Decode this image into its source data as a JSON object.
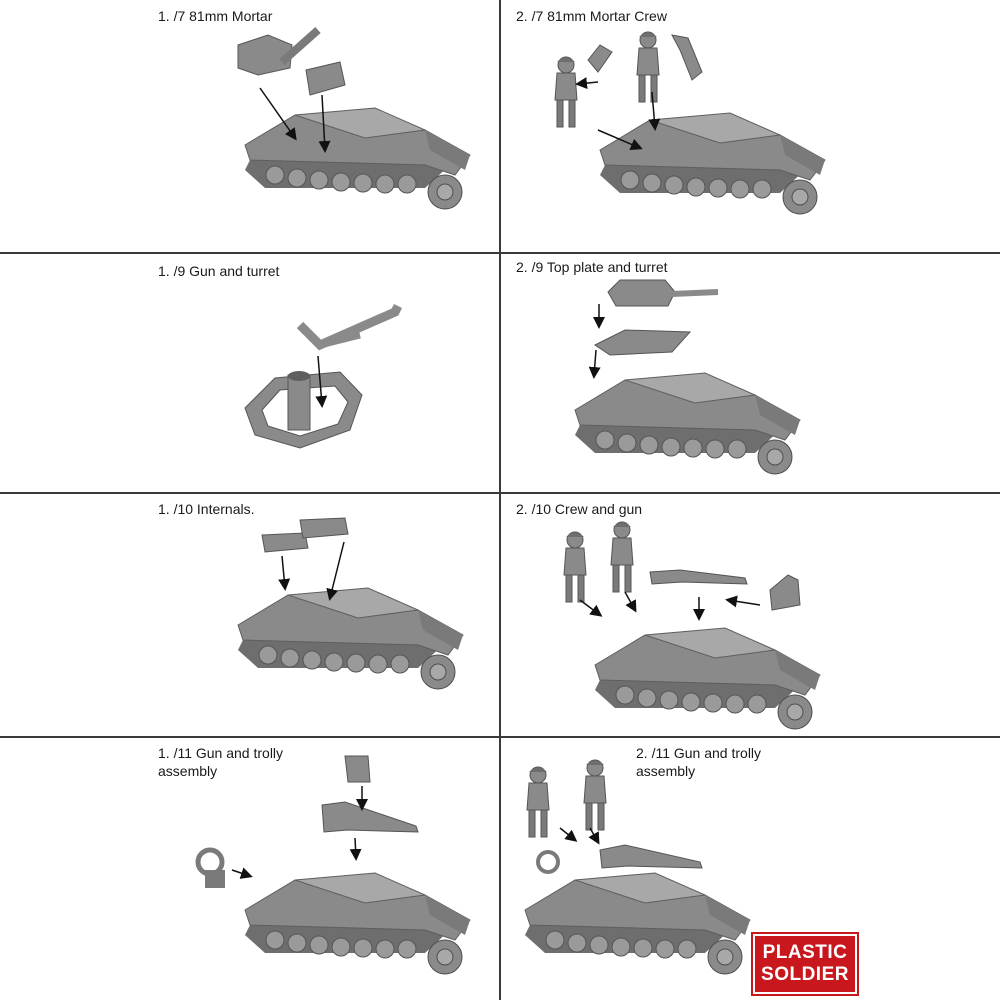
{
  "panels": [
    {
      "id": "p1",
      "caption": "1. /7 81mm Mortar"
    },
    {
      "id": "p2",
      "caption": "2. /7 81mm Mortar Crew"
    },
    {
      "id": "p3",
      "caption": "1. /9 Gun and turret"
    },
    {
      "id": "p4",
      "caption": "2. /9 Top plate and turret"
    },
    {
      "id": "p5",
      "caption": "1. /10 Internals."
    },
    {
      "id": "p6",
      "caption": "2. /10 Crew and gun"
    },
    {
      "id": "p7",
      "caption": "1. /11 Gun and trolly\nassembly"
    },
    {
      "id": "p8",
      "caption": "2. /11 Gun and trolly\nassembly"
    }
  ],
  "logo": {
    "line1": "PLASTIC",
    "line2": "SOLDIER",
    "color": "#c8181e"
  },
  "colors": {
    "model": "#8a8a8a",
    "model_dark": "#5e5e5e",
    "model_light": "#a8a8a8",
    "divider": "#3a3a3a"
  }
}
